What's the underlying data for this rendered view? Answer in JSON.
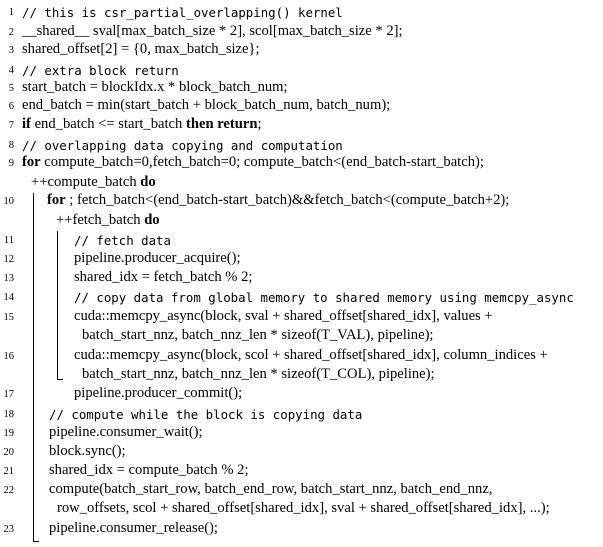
{
  "lines": [
    {
      "n": "1",
      "parts": [
        {
          "t": "// this is csr_partial_overlapping() kernel",
          "s": "mono"
        }
      ]
    },
    {
      "n": "2",
      "parts": [
        {
          "t": "__shared__ sval[max_batch_size * 2], scol[max_batch_size * 2];",
          "s": "serif"
        }
      ]
    },
    {
      "n": "3",
      "parts": [
        {
          "t": "shared_offset[2] = {0, max_batch_size};",
          "s": "serif"
        }
      ]
    },
    {
      "n": "4",
      "parts": [
        {
          "t": "// extra block return",
          "s": "mono"
        }
      ]
    },
    {
      "n": "5",
      "parts": [
        {
          "t": "start_batch = blockIdx.x * block_batch_num;",
          "s": "serif"
        }
      ]
    },
    {
      "n": "6",
      "parts": [
        {
          "t": "end_batch = min(start_batch + block_batch_num, batch_num);",
          "s": "serif"
        }
      ]
    },
    {
      "n": "7",
      "parts": [
        {
          "t": "if",
          "s": "kw"
        },
        {
          "t": " end_batch <= start_batch ",
          "s": "serif"
        },
        {
          "t": "then return",
          "s": "kw"
        },
        {
          "t": ";",
          "s": "serif"
        }
      ]
    },
    {
      "n": "8",
      "parts": [
        {
          "t": "// overlapping data copying and computation",
          "s": "mono"
        }
      ]
    },
    {
      "n": "9",
      "parts": [
        {
          "t": "for",
          "s": "kw"
        },
        {
          "t": " compute_batch=0,fetch_batch=0; compute_batch<(end_batch-start_batch);",
          "s": "serif"
        }
      ]
    },
    {
      "n": "",
      "parts": [
        {
          "t": "++compute_batch ",
          "s": "serif"
        },
        {
          "t": "do",
          "s": "kw"
        }
      ]
    },
    {
      "n": "10",
      "parts": [
        {
          "t": "for",
          "s": "kw"
        },
        {
          "t": " ; fetch_batch<(end_batch-start_batch)&&fetch_batch<(compute_batch+2);",
          "s": "serif"
        }
      ]
    },
    {
      "n": "",
      "parts": [
        {
          "t": "++fetch_batch ",
          "s": "serif"
        },
        {
          "t": "do",
          "s": "kw"
        }
      ]
    },
    {
      "n": "11",
      "parts": [
        {
          "t": "// fetch data",
          "s": "mono"
        }
      ]
    },
    {
      "n": "12",
      "parts": [
        {
          "t": "pipeline.producer_acquire();",
          "s": "serif"
        }
      ]
    },
    {
      "n": "13",
      "parts": [
        {
          "t": "shared_idx = fetch_batch % 2;",
          "s": "serif"
        }
      ]
    },
    {
      "n": "14",
      "parts": [
        {
          "t": "// copy data from global memory to shared memory using memcpy_async",
          "s": "mono"
        }
      ]
    },
    {
      "n": "15",
      "parts": [
        {
          "t": "cuda::memcpy_async(block, sval + shared_offset[shared_idx], values +",
          "s": "serif"
        }
      ]
    },
    {
      "n": "",
      "parts": [
        {
          "t": "batch_start_nnz, batch_nnz_len * sizeof(T_VAL), pipeline);",
          "s": "serif"
        }
      ]
    },
    {
      "n": "16",
      "parts": [
        {
          "t": "cuda::memcpy_async(block, scol + shared_offset[shared_idx], column_indices +",
          "s": "serif"
        }
      ]
    },
    {
      "n": "",
      "parts": [
        {
          "t": "batch_start_nnz, batch_nnz_len * sizeof(T_COL), pipeline);",
          "s": "serif"
        }
      ]
    },
    {
      "n": "17",
      "parts": [
        {
          "t": "pipeline.producer_commit();",
          "s": "serif"
        }
      ]
    },
    {
      "n": "18",
      "parts": [
        {
          "t": "// compute while the block is copying data",
          "s": "mono"
        }
      ]
    },
    {
      "n": "19",
      "parts": [
        {
          "t": "pipeline.consumer_wait();",
          "s": "serif"
        }
      ]
    },
    {
      "n": "20",
      "parts": [
        {
          "t": "block.sync();",
          "s": "serif"
        }
      ]
    },
    {
      "n": "21",
      "parts": [
        {
          "t": "shared_idx = compute_batch % 2;",
          "s": "serif"
        }
      ]
    },
    {
      "n": "22",
      "parts": [
        {
          "t": "compute(batch_start_row, batch_end_row, batch_start_nnz, batch_end_nnz,",
          "s": "serif"
        }
      ]
    },
    {
      "n": "",
      "parts": [
        {
          "t": "row_offsets, scol + shared_offset[shared_idx], sval + shared_offset[shared_idx], ...);",
          "s": "serif"
        }
      ]
    },
    {
      "n": "23",
      "parts": [
        {
          "t": "pipeline.consumer_release();",
          "s": "serif"
        }
      ]
    }
  ]
}
